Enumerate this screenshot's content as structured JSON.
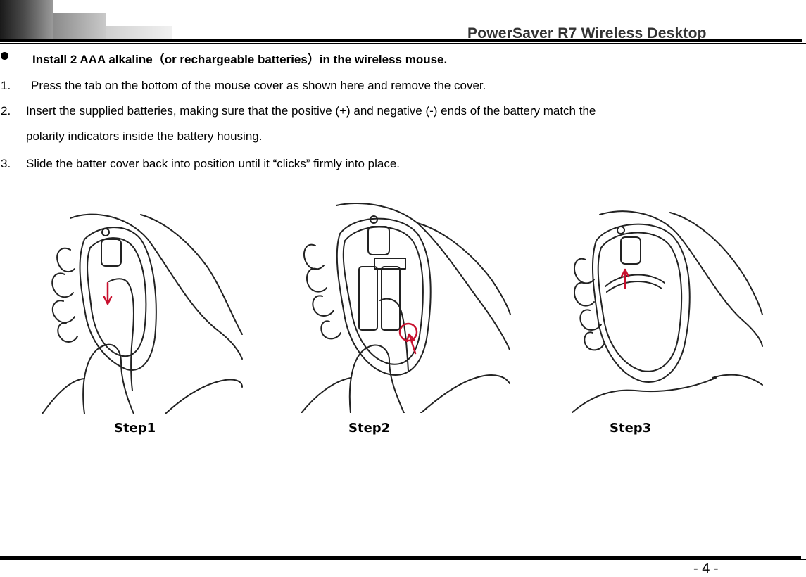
{
  "header": {
    "title": "PowerSaver R7 Wireless Desktop"
  },
  "bullet": {
    "text": "Install 2 AAA alkaline（or rechargeable batteries）in the wireless mouse."
  },
  "steps": [
    {
      "num": "1.",
      "text": "Press the tab on the bottom of the mouse cover as shown here and remove the cover."
    },
    {
      "num": "2.",
      "text": "Insert the supplied batteries, making sure that the positive (+) and negative (-) ends of the battery match the",
      "text2": "polarity indicators inside the battery housing."
    },
    {
      "num": "3.",
      "text": "Slide the batter cover back into position until it “clicks” firmly into place."
    }
  ],
  "figures": [
    {
      "label": "Step1"
    },
    {
      "label": "Step2"
    },
    {
      "label": "Step3"
    }
  ],
  "footer": {
    "page": "- 4 -"
  },
  "colors": {
    "arrow": "#c8102e",
    "ink": "#222222"
  }
}
